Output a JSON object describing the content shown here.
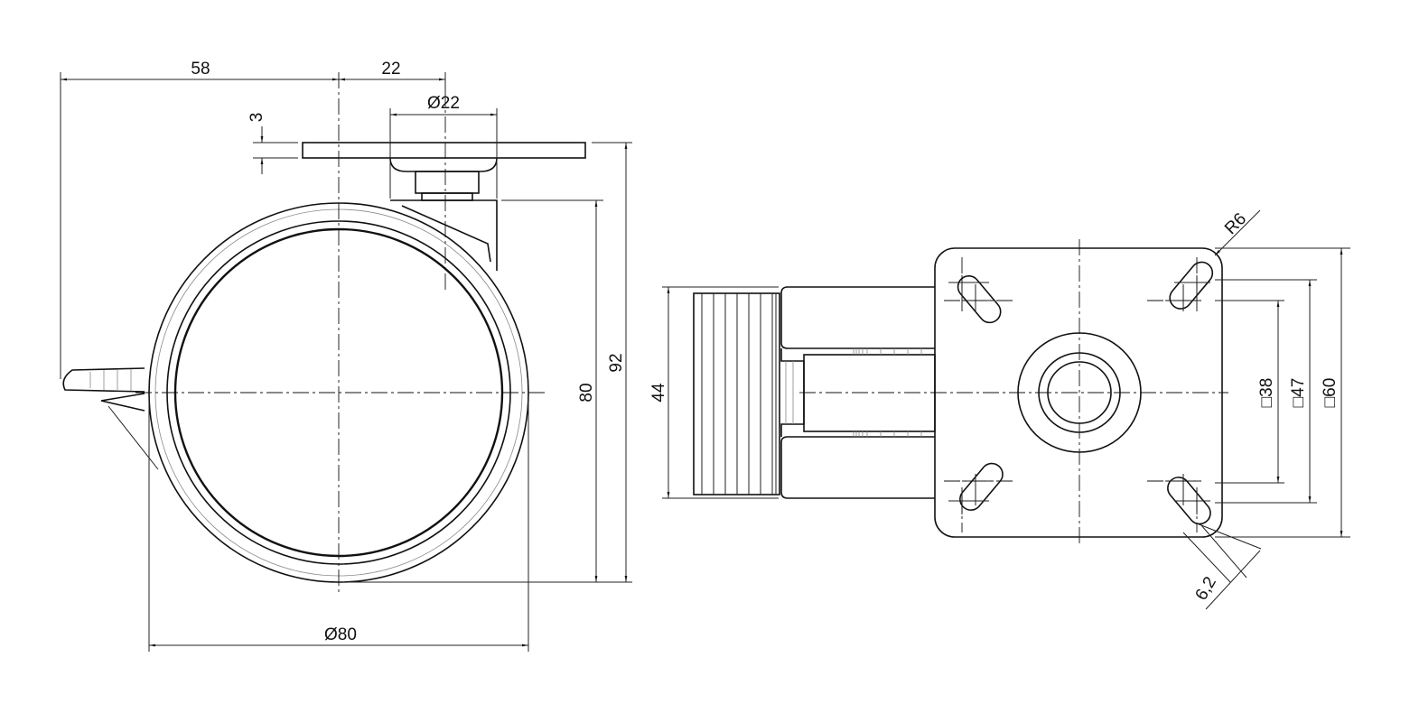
{
  "side_view": {
    "dims": {
      "offset_58": "58",
      "offset_22": "22",
      "stem_dia": "Ø22",
      "plate_thickness": "3",
      "total_height": "92",
      "wheel_height": "80",
      "wheel_dia": "Ø80"
    }
  },
  "top_view": {
    "dims": {
      "wheel_width": "44",
      "hole_38": "□38",
      "hole_47": "□47",
      "plate_60": "□60",
      "corner_radius": "R6",
      "slot_width": "6,2"
    }
  }
}
